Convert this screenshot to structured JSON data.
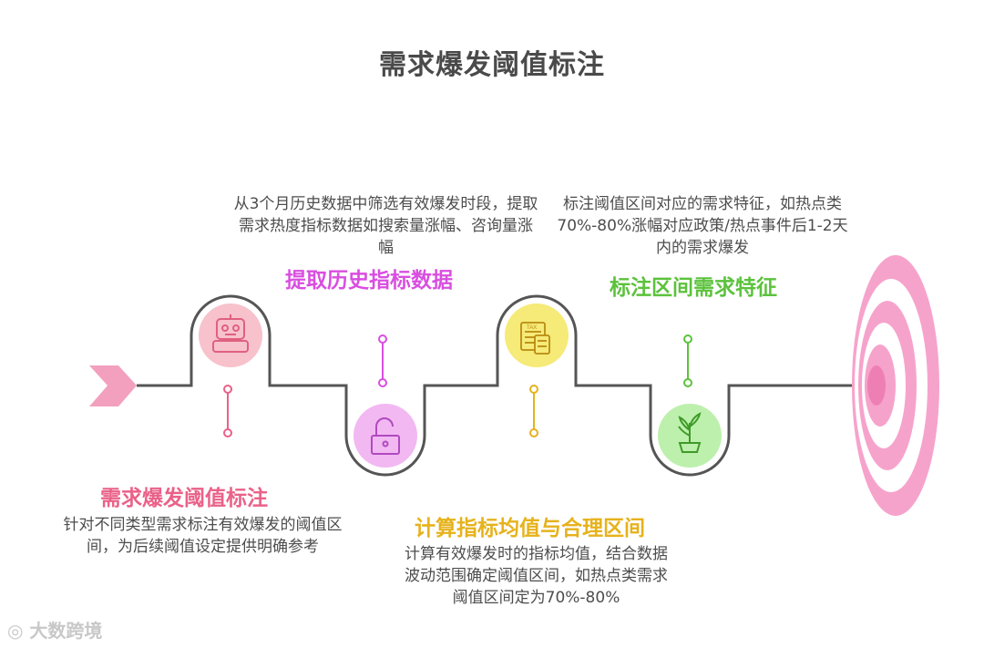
{
  "title": "需求爆发阈值标注",
  "stages": [
    {
      "title": "需求爆发阈值标注",
      "description": "针对不同类型需求标注有效爆发的阈值区间，为后续阈值设定提供明确参考",
      "icon": "robot-icon",
      "color": "#ea6188",
      "bubble": "#f7c2cc"
    },
    {
      "title": "提取历史指标数据",
      "description": "从3个月历史数据中筛选有效爆发时段，提取需求热度指标数据如搜索量涨幅、咨询量涨幅",
      "icon": "unlock-icon",
      "color": "#d94ee0",
      "bubble": "#f2b8f2"
    },
    {
      "title": "计算指标均值与合理区间",
      "description": "计算有效爆发时的指标均值，结合数据波动范围确定阈值区间，如热点类需求阈值区间定为70%-80%",
      "icon": "tax-calculator-icon",
      "color": "#e6b21c",
      "bubble": "#f6ea78"
    },
    {
      "title": "标注区间需求特征",
      "description": "标注阈值区间对应的需求特征，如热点类70%-80%涨幅对应政策/热点事件后1-2天内的需求爆发",
      "icon": "plant-pot-icon",
      "color": "#5cc23c",
      "bubble": "#bdf0ad"
    }
  ],
  "watermark": "大数跨境"
}
